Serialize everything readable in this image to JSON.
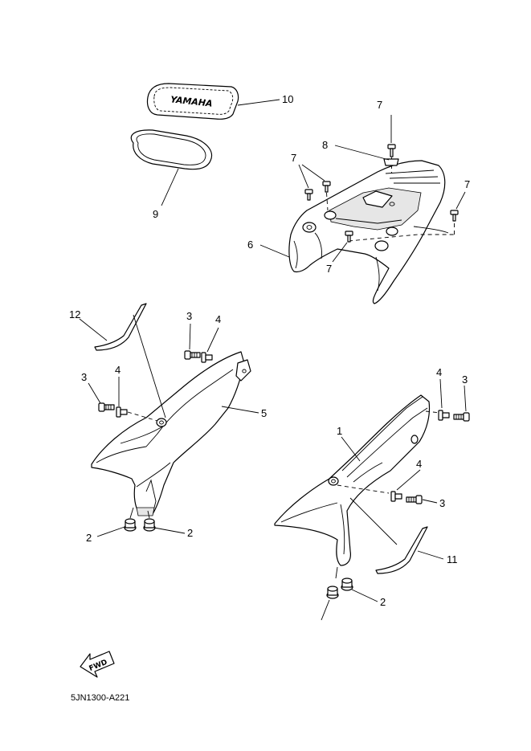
{
  "diagram": {
    "part_numbers": {
      "p1": "1",
      "p2": "2",
      "p3": "3",
      "p4": "4",
      "p5": "5",
      "p6": "6",
      "p7": "7",
      "p8": "8",
      "p9": "9",
      "p10": "10",
      "p11": "11",
      "p12": "12"
    },
    "emblem_text": "YAMAHA",
    "forward_indicator": "FWD",
    "drawing_code": "5JN1300-A221"
  }
}
